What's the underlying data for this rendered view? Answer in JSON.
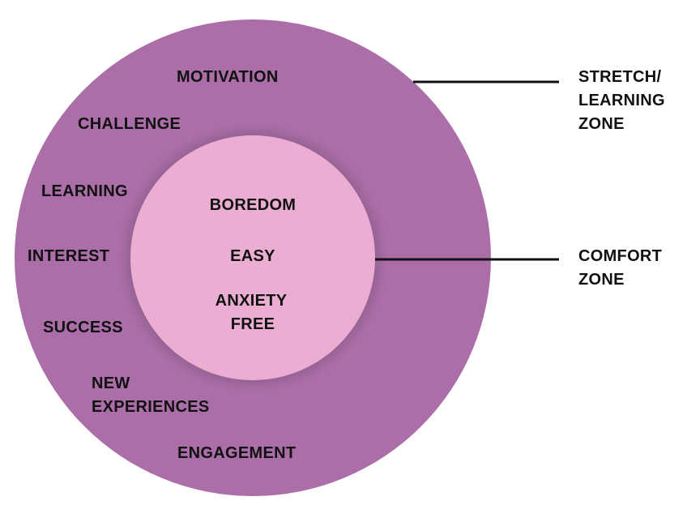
{
  "colors": {
    "outer_zone": "#ab6ea8",
    "inner_zone": "#ebaed2",
    "connector": "#111111",
    "text": "#111111"
  },
  "outer_zone": {
    "items": [
      "MOTIVATION",
      "CHALLENGE",
      "LEARNING",
      "INTEREST",
      "SUCCESS",
      "NEW",
      "EXPERIENCES",
      "ENGAGEMENT"
    ]
  },
  "inner_zone": {
    "items": [
      "BOREDOM",
      "EASY",
      "ANXIETY",
      "FREE"
    ]
  },
  "callouts": {
    "stretch": [
      "STRETCH/",
      "LEARNING",
      "ZONE"
    ],
    "comfort": [
      "COMFORT",
      "ZONE"
    ]
  }
}
